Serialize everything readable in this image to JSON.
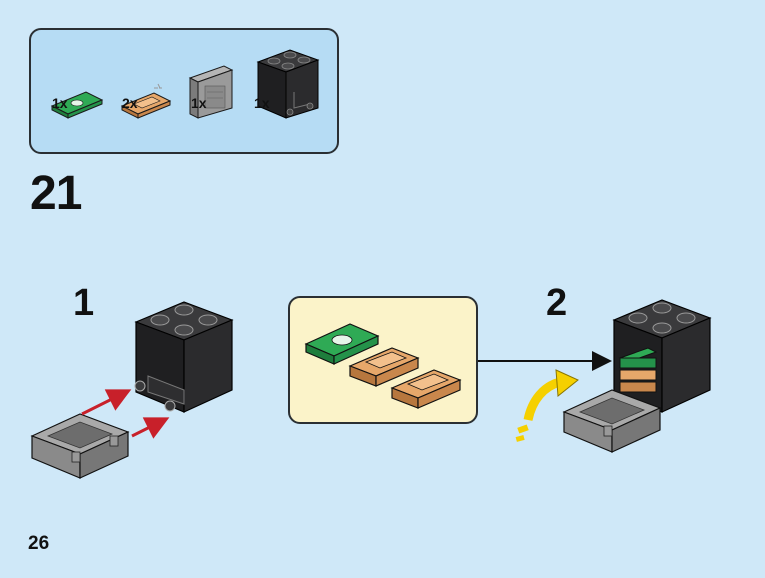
{
  "parts_list": {
    "items": [
      {
        "icon": "green-banknote-tile-icon",
        "count": "1x"
      },
      {
        "icon": "gold-bar-tile-icon",
        "count": "2x"
      },
      {
        "icon": "gray-door-panel-icon",
        "count": "1x"
      },
      {
        "icon": "black-container-brick-icon",
        "count": "1x"
      }
    ]
  },
  "step": {
    "number": "21"
  },
  "sub_steps": [
    {
      "number": "1"
    },
    {
      "number": "2"
    }
  ],
  "callout": {
    "contents": [
      "green-banknote-tile-icon",
      "gold-bar-tile-icon",
      "gold-bar-tile-icon"
    ]
  },
  "page": {
    "number": "26"
  },
  "colors": {
    "background": "#cfe8f8",
    "parts_box": "#b6dcf4",
    "callout": "#fbf3c9",
    "arrow_red": "#c8202a",
    "arrow_yellow": "#f5d000",
    "brick_black": "#1f1f21",
    "door_gray": "#8a8a8a",
    "money_green": "#2faa55",
    "gold": "#d9975a"
  }
}
